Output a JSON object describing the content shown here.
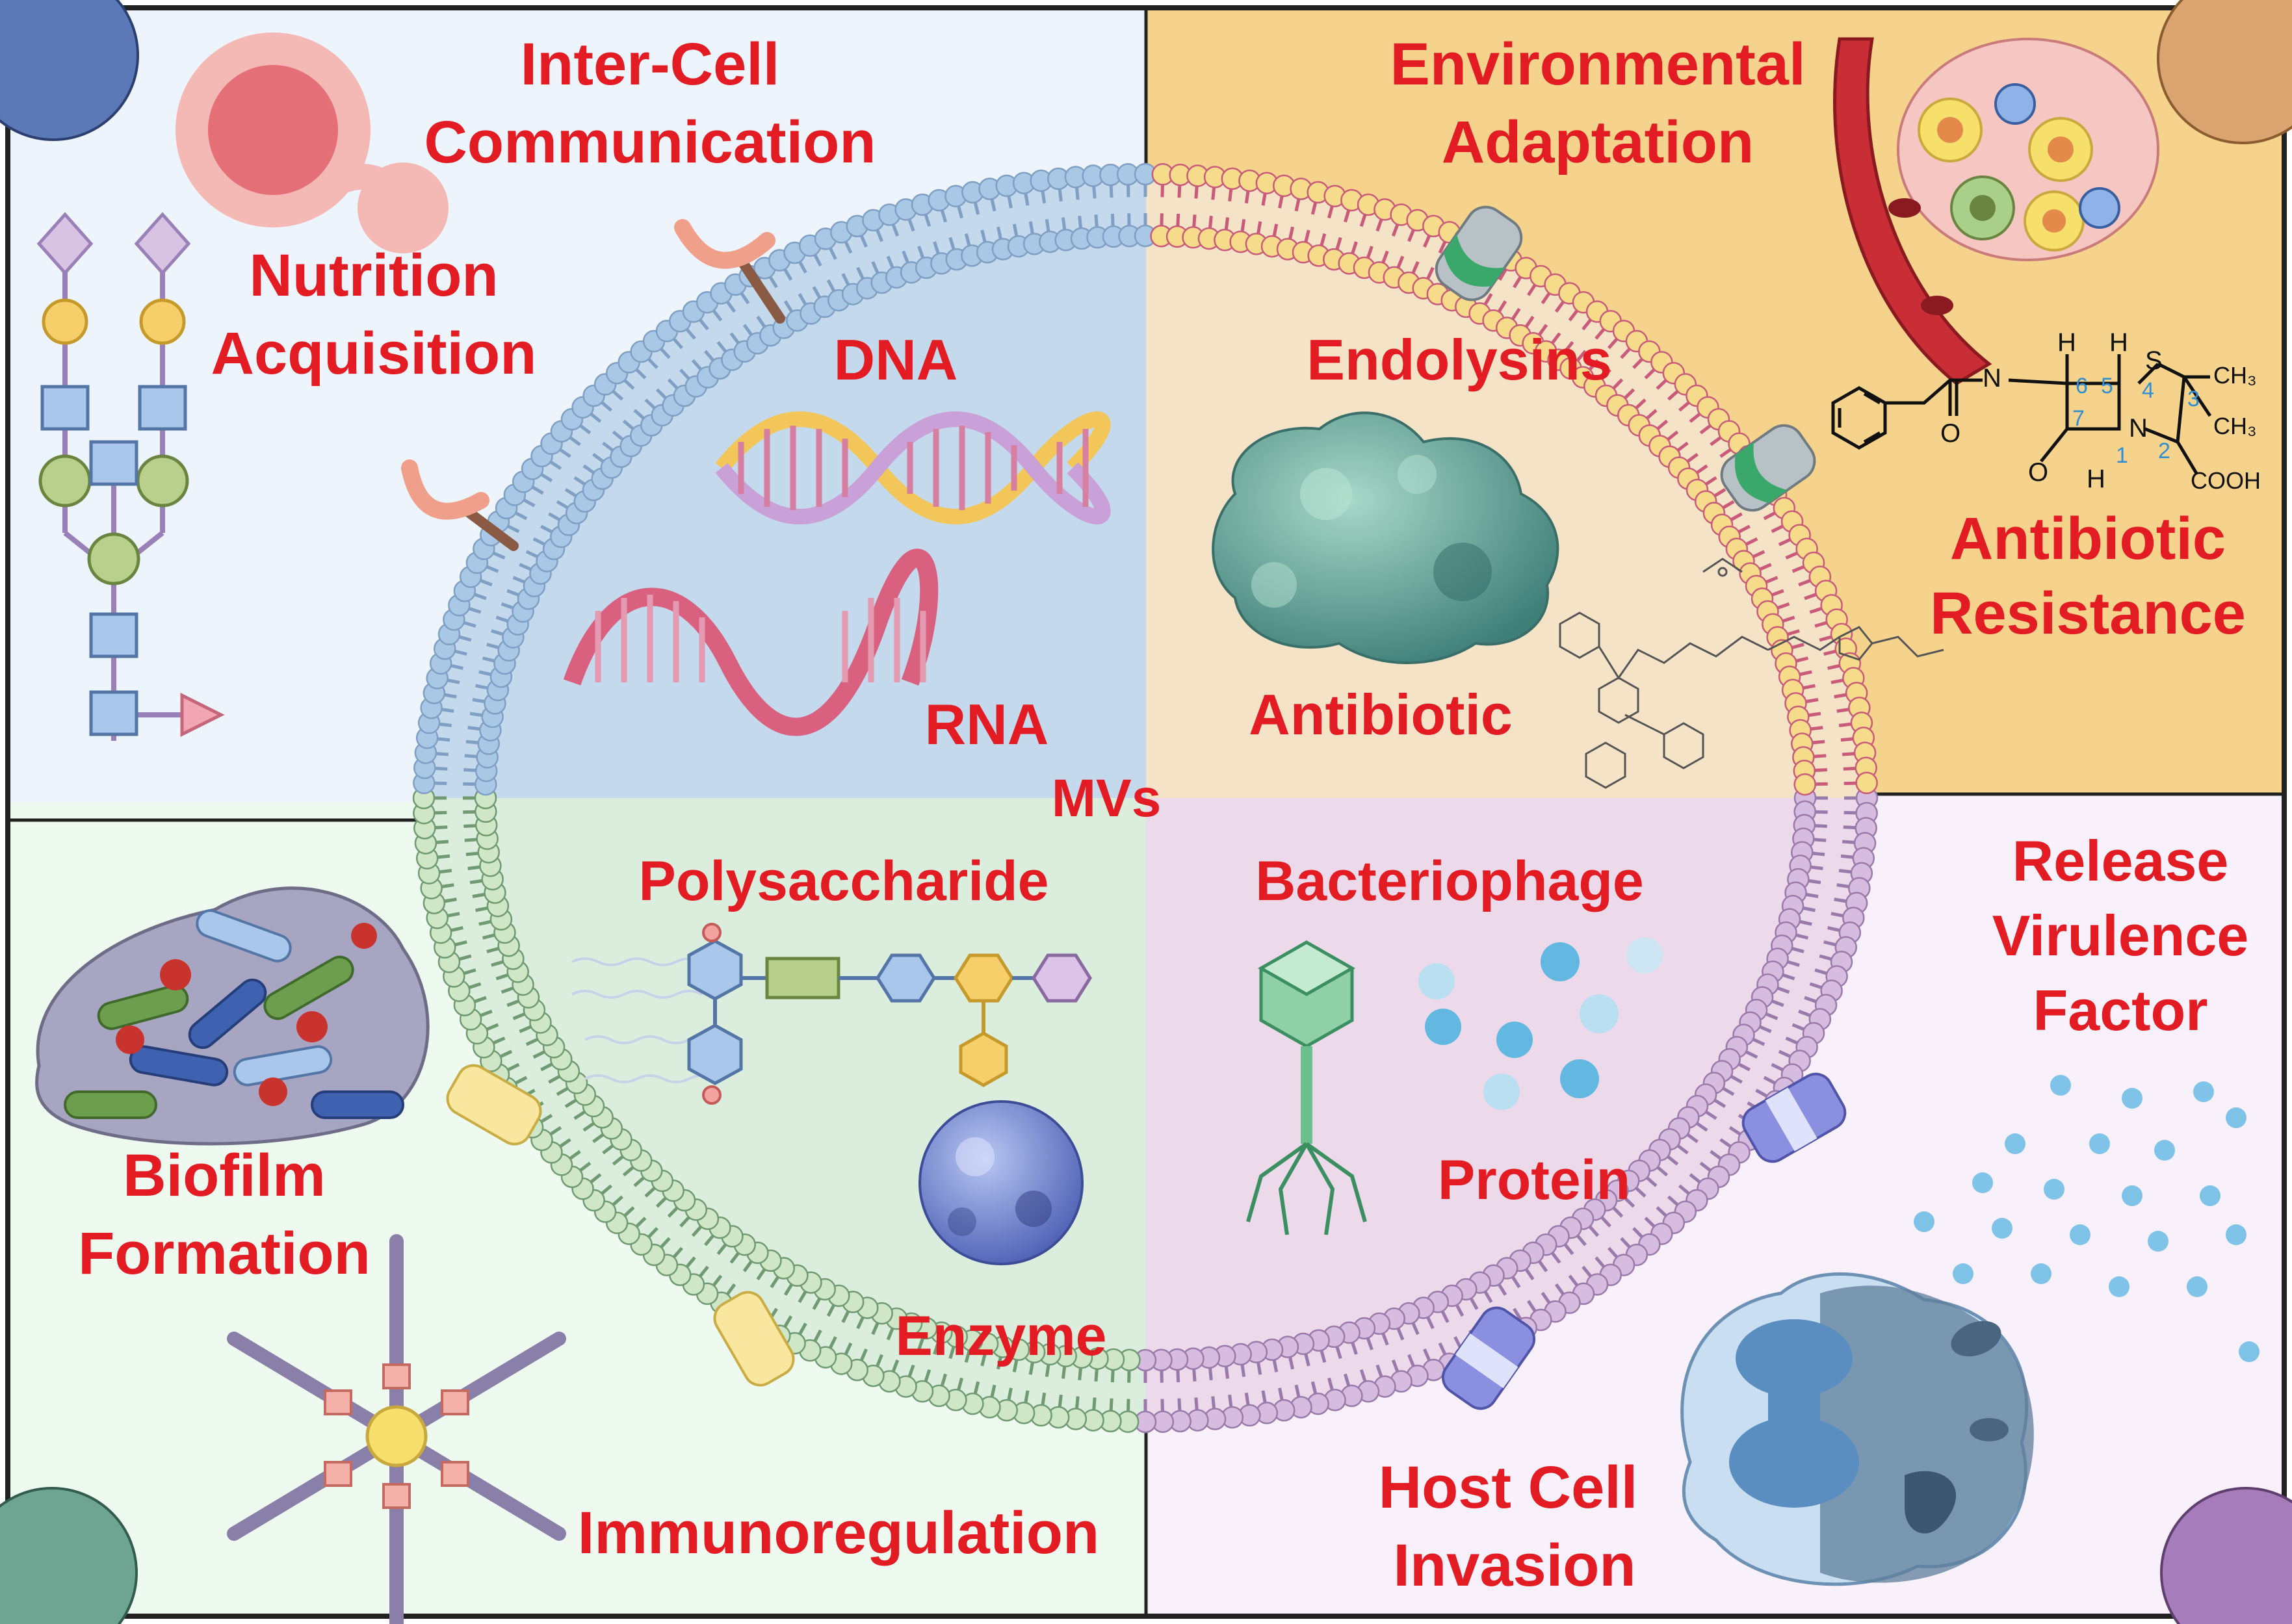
{
  "center_label": "MVs",
  "quadrant_labels": {
    "dna": "DNA",
    "rna": "RNA",
    "endolysins": "Endolysins",
    "antibiotic": "Antibiotic",
    "polysaccharide": "Polysaccharide",
    "enzyme": "Enzyme",
    "bacteriophage": "Bacteriophage",
    "protein": "Protein"
  },
  "panels": {
    "top_left": {
      "lines": [
        "Inter-Cell",
        "Communication"
      ],
      "lines2": [
        "Nutrition",
        "Acquisition"
      ]
    },
    "top_right": {
      "lines": [
        "Environmental",
        "Adaptation"
      ],
      "lines2": [
        "Antibiotic",
        "Resistance"
      ]
    },
    "bottom_left": {
      "lines": [
        "Biofilm",
        "Formation"
      ],
      "lines2": [
        "Immunoregulation"
      ]
    },
    "bottom_right": {
      "lines": [
        "Release",
        "Virulence",
        "Factor"
      ],
      "lines2": [
        "Host Cell",
        "Invasion"
      ]
    }
  },
  "penicillin": {
    "atoms": {
      "n_h": "N",
      "h_top1": "H",
      "h_top2": "H",
      "s": "S",
      "ch3_top": "CH₃",
      "ch3_side": "CH₃",
      "n_ring": "N",
      "o_left": "O",
      "o_bottom": "O",
      "h_bottom": "H",
      "cooh": "COOH"
    },
    "numbers": {
      "n6": "6",
      "n5": "5",
      "n4": "4",
      "n3": "3",
      "n7": "7",
      "n1": "1",
      "n2": "2"
    }
  },
  "colors": {
    "title_red": "#e31b23",
    "panel_tl": "#eef4fb",
    "panel_tr": "#f5d38d",
    "panel_bl": "#eefaf0",
    "panel_br": "#f8f0fa",
    "q_dna": "#c4d9ec",
    "q_endo": "#f4e3c7",
    "q_poly": "#dbeedd",
    "q_phage": "#ecd9ea",
    "membrane_blue": "#a9c8e6",
    "membrane_yellow": "#f6dc8a",
    "membrane_green": "#cfe7c6",
    "membrane_purple": "#d6bde0"
  }
}
